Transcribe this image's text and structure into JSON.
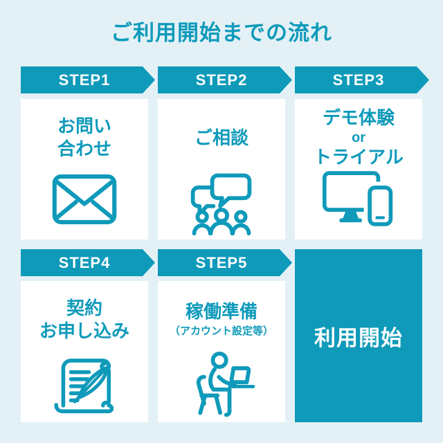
{
  "colors": {
    "background": "#e3f1f6",
    "accent": "#0f9aba",
    "card_background": "#ffffff",
    "text_on_accent": "#ffffff"
  },
  "title": "ご利用開始までの流れ",
  "steps": [
    {
      "badge": "STEP1",
      "label_lines": [
        "お問い",
        "合わせ"
      ],
      "icon": "envelope-icon"
    },
    {
      "badge": "STEP2",
      "label_lines": [
        "ご相談"
      ],
      "icon": "consultation-icon"
    },
    {
      "badge": "STEP3",
      "label_lines": [
        "デモ体験",
        "or",
        "トライアル"
      ],
      "icon": "devices-icon"
    },
    {
      "badge": "STEP4",
      "label_lines": [
        "契約",
        "お申し込み"
      ],
      "icon": "contract-icon"
    },
    {
      "badge": "STEP5",
      "label_lines": [
        "稼働準備"
      ],
      "note": "（アカウント設定等）",
      "icon": "person-laptop-icon"
    }
  ],
  "final_panel": {
    "label": "利用開始"
  }
}
